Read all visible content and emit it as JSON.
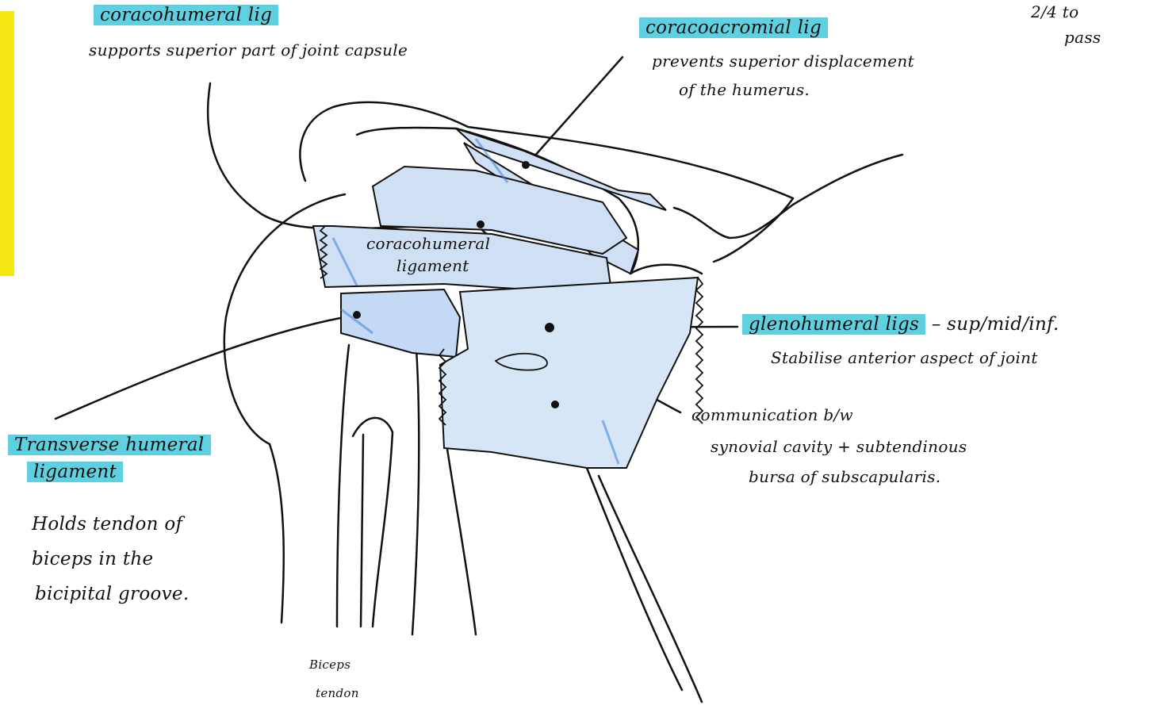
{
  "colors": {
    "highlight": "#5fd0e0",
    "ligament_fill": "#cfe0f5",
    "ligament_shade": "#3e7fd6",
    "tab": "#f5e614",
    "ink": "#111111"
  },
  "labels": {
    "coracohumeral_title": "coracohumeral lig",
    "coracohumeral_desc": "supports superior part of joint capsule",
    "coracoacromial_title": "coracoacromial lig",
    "coracoacromial_desc_1": "prevents superior displacement",
    "coracoacromial_desc_2": "of the humerus.",
    "pass_1": "2/4 to",
    "pass_2": "pass",
    "coracohumeral_inline_1": "coracohumeral",
    "coracohumeral_inline_2": "ligament",
    "glenohumeral_title": "glenohumeral ligs",
    "glenohumeral_suffix": "– sup/mid/inf.",
    "glenohumeral_desc": "Stabilise anterior aspect of joint",
    "communication_1": "communication b/w",
    "communication_2": "synovial cavity + subtendinous",
    "communication_3": "bursa of subscapularis.",
    "transverse_title_1": "Transverse humeral",
    "transverse_title_2": "ligament",
    "transverse_desc_1": "Holds tendon of",
    "transverse_desc_2": "biceps in the",
    "transverse_desc_3": "bicipital groove.",
    "biceps_1": "Biceps",
    "biceps_2": "tendon"
  }
}
